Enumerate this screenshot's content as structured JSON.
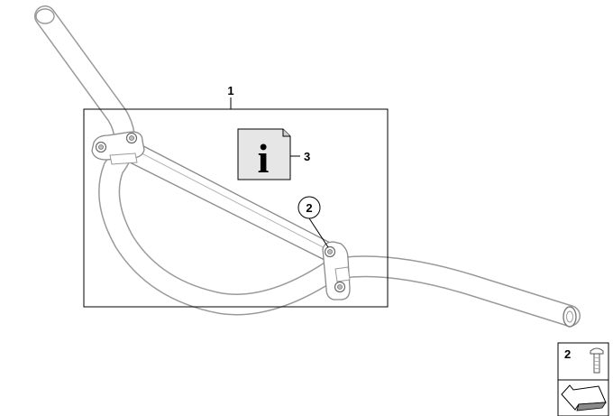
{
  "callouts": {
    "assembly": "1",
    "bracket_screw": "2",
    "info_sheet": "3",
    "legend_screw": "2"
  },
  "icons": {
    "info": "info-icon",
    "legend_arrow": "direction-arrow-icon"
  },
  "info_glyph": "i",
  "colors": {
    "line": "#000000",
    "part_outline": "#8a8a8a",
    "part_fill": "#ffffff",
    "info_box_fill": "#e6e6e6"
  }
}
